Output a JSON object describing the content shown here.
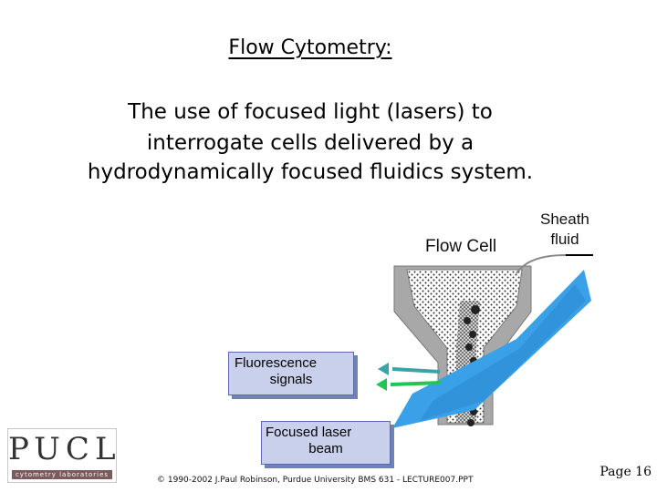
{
  "slide": {
    "title": "Flow Cytometry:",
    "body_lines": [
      "The use of focused light (lasers) to",
      "interrogate cells delivered by a",
      "hydrodynamically focused fluidics system."
    ],
    "page": "Page 16",
    "copyright": "© 1990-2002 J.Paul Robinson, Purdue University BMS 631 - LECTURE007.PPT"
  },
  "diagram": {
    "flow_cell_label": "Flow Cell",
    "sheath_label_lines": [
      "Sheath",
      "fluid"
    ],
    "fluorescence_lines": [
      "Fluorescence",
      "signals"
    ],
    "laser_lines": [
      "Focused laser",
      "beam"
    ],
    "colors": {
      "laser": "#3aa0e8",
      "signal_blue": "#3aa2a8",
      "signal_green": "#22c455",
      "callout_fill": "#c8d0ec",
      "cell_body": "#a8a8a8"
    }
  },
  "logo": {
    "text": "PUCL",
    "subtitle": "cytometry laboratories"
  }
}
